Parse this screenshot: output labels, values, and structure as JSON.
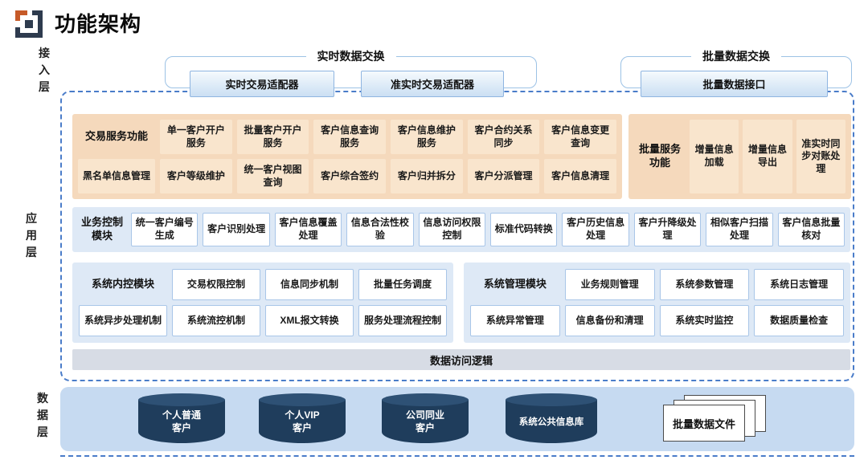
{
  "header": {
    "title": "功能架构"
  },
  "layer_labels": {
    "access": "接入层",
    "application": "应用层",
    "data": "数据层"
  },
  "access_layer": {
    "realtime_group": {
      "label": "实时数据交换",
      "adapters": [
        "实时交易适配器",
        "准实时交易适配器"
      ]
    },
    "batch_group": {
      "label": "批量数据交换",
      "adapters": [
        "批量数据接口"
      ]
    }
  },
  "application_layer": {
    "transaction_panel": {
      "label": "交易服务功能",
      "row1": [
        "单一客户开户服务",
        "批量客户开户服务",
        "客户信息查询服务",
        "客户信息维护服务",
        "客户合约关系同步",
        "客户信息变更查询"
      ],
      "row2": [
        "黑名单信息管理",
        "客户等级维护",
        "统一客户视图查询",
        "客户综合签约",
        "客户归并拆分",
        "客户分派管理",
        "客户信息清理"
      ]
    },
    "batch_panel": {
      "label": "批量服务功能",
      "boxes": [
        "增量信息加载",
        "增量信息导出",
        "准实时同步对账处理"
      ]
    },
    "business_control_panel": {
      "label": "业务控制模块",
      "boxes": [
        "统一客户编号生成",
        "客户识别处理",
        "客户信息覆盖处理",
        "信息合法性校验",
        "信息访问权限控制",
        "标准代码转换",
        "客户历史信息处理",
        "客户升降级处理",
        "相似客户扫描处理",
        "客户信息批量核对"
      ]
    },
    "internal_control_panel": {
      "label": "系统内控模块",
      "row1": [
        "交易权限控制",
        "信息同步机制",
        "批量任务调度"
      ],
      "row2": [
        "系统异步处理机制",
        "系统流控机制",
        "XML报文转换",
        "服务处理流程控制"
      ]
    },
    "system_management_panel": {
      "label": "系统管理模块",
      "row1": [
        "业务规则管理",
        "系统参数管理",
        "系统日志管理"
      ],
      "row2": [
        "系统异常管理",
        "信息备份和清理",
        "系统实时监控",
        "数据质量检查"
      ]
    },
    "data_access_bar": "数据访问逻辑"
  },
  "data_layer": {
    "databases": [
      "个人普通\n客户",
      "个人VIP\n客户",
      "公司同业\n客户",
      "系统公共信息库"
    ],
    "file_stack": "批量数据文件"
  },
  "colors": {
    "dash_border": "#4A7CC9",
    "bracket_line": "#9CC2E5",
    "orange_panel": "#F5D9BC",
    "orange_box": "#F9E5CD",
    "blue_panel": "#DEE9F6",
    "data_bar": "#D7DCE5",
    "data_layer_bg": "#C6DAF1",
    "cylinder": "#1F3D5C",
    "logo_orange": "#C65A28",
    "logo_dark": "#2E3B4E"
  }
}
